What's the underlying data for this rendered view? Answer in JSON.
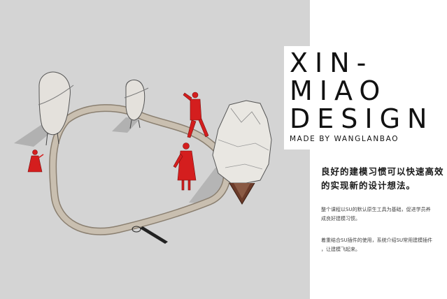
{
  "title": {
    "line1": "XIN-",
    "line2": "MIAO",
    "line3": "DESIGN",
    "subtitle": "MADE BY WANGLANBAO"
  },
  "headline": {
    "line1": "良好的建模习惯可以快速高效",
    "line2": "的实现新的设计想法。"
  },
  "paragraphs": {
    "p1_line1": "整个课程以SU的默认原生工具为基础，促进学员养",
    "p1_line2": "成良好建模习惯。",
    "p2_line1": "着重结合SU插件的使用，系统介绍SU常用建模插件",
    "p2_line2": "，让建模飞起来。"
  },
  "colors": {
    "scene_background": "#d4d4d4",
    "figure_red": "#d41e1e",
    "path_tan": "#c2b8a8",
    "text_dark": "#111111"
  }
}
